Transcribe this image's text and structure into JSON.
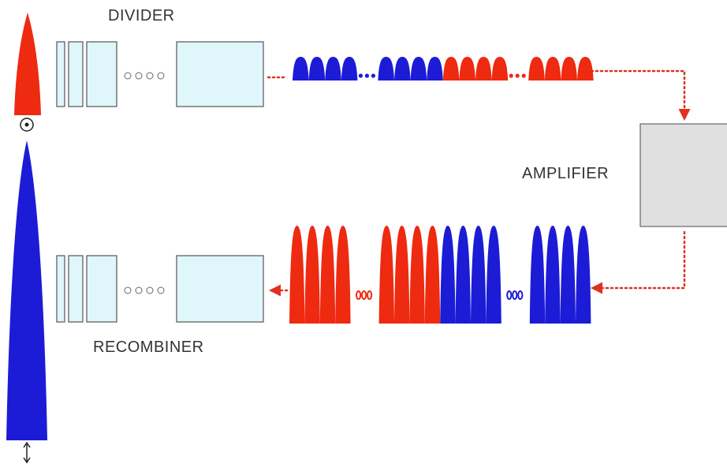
{
  "labels": {
    "divider": "DIVIDER",
    "recombiner": "RECOMBINER",
    "amplifier": "AMPLIFIER"
  },
  "colors": {
    "red": "#ee2a10",
    "blue": "#1c1cd6",
    "plate_fill": "#dff6fb",
    "plate_stroke": "#555555",
    "amplifier_fill": "#e0e0e0",
    "amplifier_stroke": "#666666",
    "arrow": "#e03020"
  },
  "icons": {
    "beam_direction": "dot-in-circle-icon",
    "polarization": "double-arrow-icon"
  },
  "divider_train": {
    "pulses": [
      "blue",
      "blue",
      "blue",
      "blue",
      "gap",
      "blue",
      "blue",
      "blue",
      "blue",
      "red",
      "red",
      "red",
      "red",
      "gap",
      "red",
      "red",
      "red",
      "red"
    ]
  },
  "recombiner_train": {
    "pulses": [
      "red",
      "red",
      "red",
      "red",
      "gap",
      "red",
      "red",
      "red",
      "red",
      "blue",
      "blue",
      "blue",
      "blue",
      "gap",
      "blue",
      "blue",
      "blue",
      "blue"
    ]
  }
}
